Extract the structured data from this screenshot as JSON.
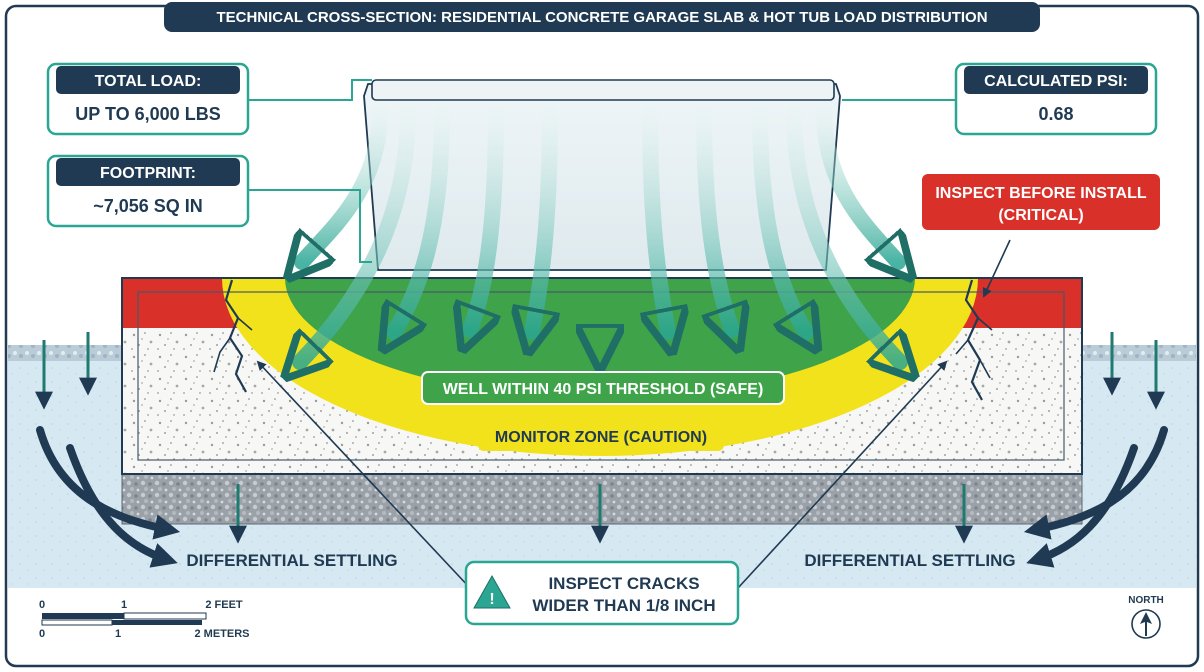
{
  "title": "TECHNICAL CROSS-SECTION: RESIDENTIAL CONCRETE GARAGE SLAB & HOT TUB LOAD DISTRIBUTION",
  "total_load": {
    "label": "TOTAL LOAD:",
    "value": "UP TO 6,000 LBS"
  },
  "footprint": {
    "label": "FOOTPRINT:",
    "value": "~7,056 SQ IN"
  },
  "calculated_psi": {
    "label": "CALCULATED PSI:",
    "value": "0.68"
  },
  "inspect_install": {
    "line1": "INSPECT BEFORE INSTALL",
    "line2": "(CRITICAL)"
  },
  "safe_zone_label": "WELL WITHIN 40 PSI THRESHOLD (SAFE)",
  "monitor_zone_label": "MONITOR ZONE (CAUTION)",
  "settling_left": "DIFFERENTIAL SETTLING",
  "settling_right": "DIFFERENTIAL SETTLING",
  "cracks_warning": {
    "line1": "INSPECT CRACKS",
    "line2": "WIDER THAN 1/8 INCH"
  },
  "scale": {
    "feet_ticks": [
      "0",
      "1",
      "2 FEET"
    ],
    "meter_ticks": [
      "0",
      "1",
      "2 METERS"
    ]
  },
  "compass": "NORTH",
  "colors": {
    "navy": "#1f3a52",
    "teal": "#2aa693",
    "safe_green": "#3fa34a",
    "caution_yellow": "#f2e21b",
    "critical_red": "#d9302a",
    "soil_blue": "#d6e9f2",
    "gravel_gray": "#8e959c"
  }
}
